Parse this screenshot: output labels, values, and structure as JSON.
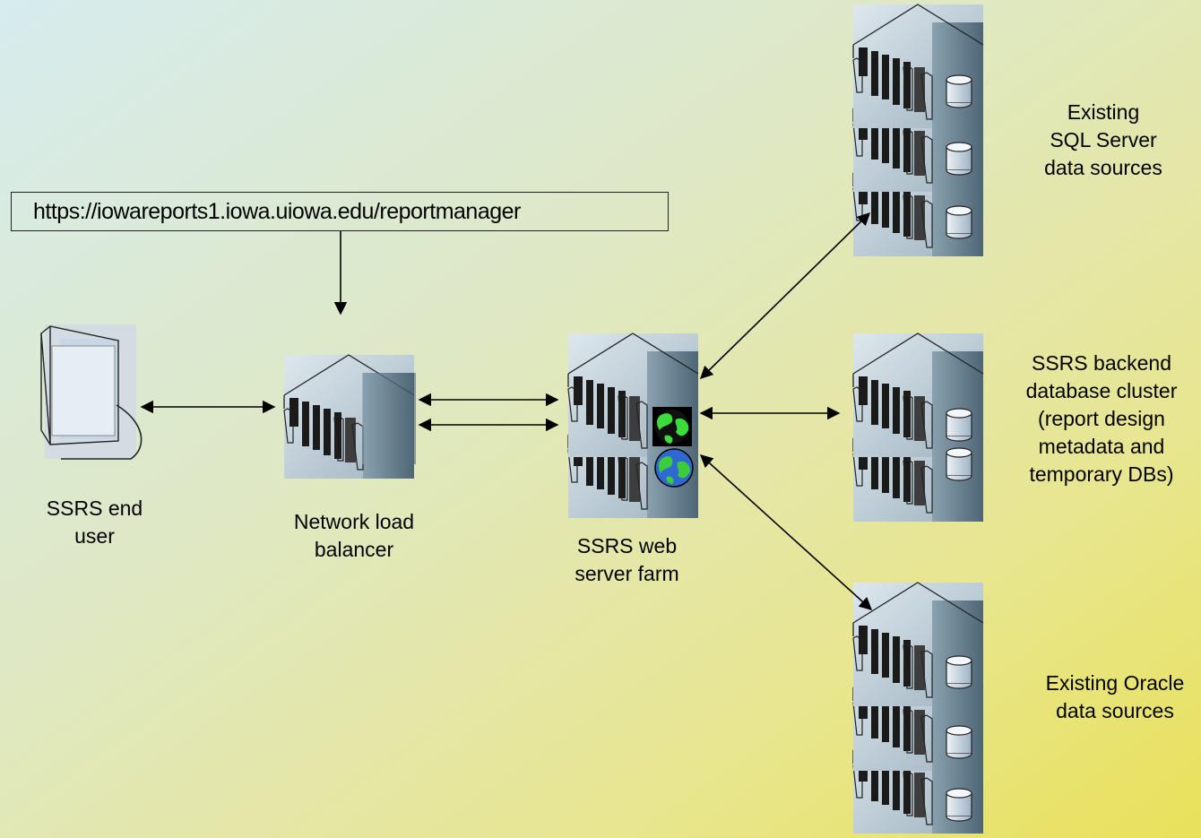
{
  "url": "https://iowareports1.iowa.uiowa.edu/reportmanager",
  "nodes": {
    "end_user": "SSRS end\nuser",
    "load_balancer": "Network load\nbalancer",
    "web_farm": "SSRS web\nserver farm",
    "sql_sources": "Existing\nSQL Server\ndata sources",
    "backend_cluster": "SSRS backend\ndatabase cluster\n(report design\nmetadata and\ntemporary DBs)",
    "oracle_sources": "Existing Oracle\ndata sources"
  },
  "colors": {
    "arrow": "#000000",
    "server_shade": "#6f8796",
    "server_face": "#c4d3dc"
  },
  "icons": [
    "computer-icon",
    "server-icon",
    "globe-icon",
    "database-icon"
  ]
}
